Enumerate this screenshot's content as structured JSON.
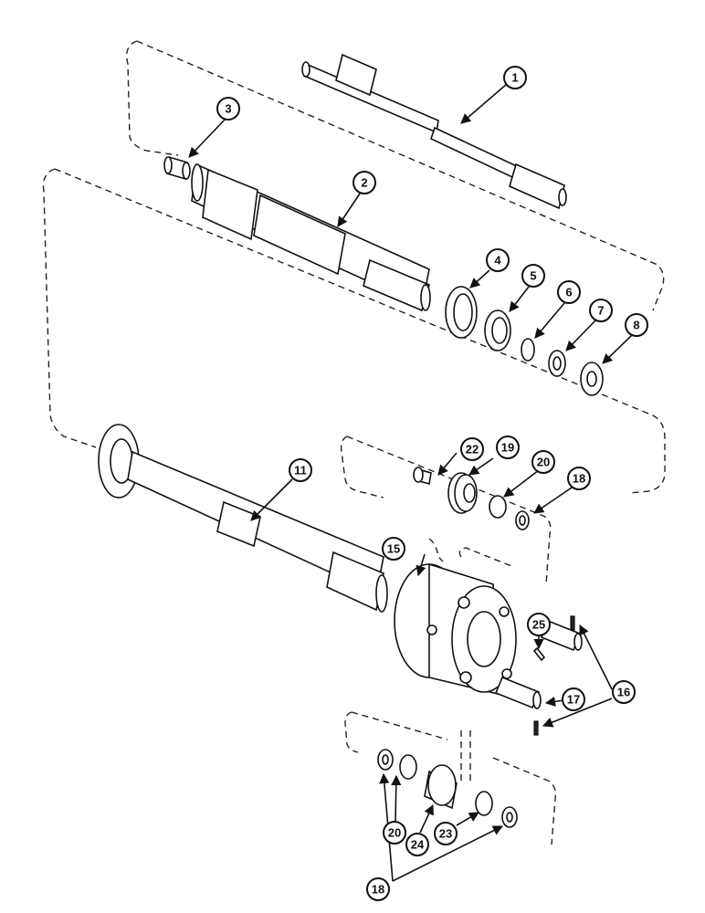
{
  "callouts": [
    "1",
    "2",
    "3",
    "4",
    "5",
    "6",
    "7",
    "8",
    "11",
    "15",
    "16",
    "17",
    "18",
    "19",
    "20",
    "22",
    "23",
    "24",
    "25"
  ]
}
